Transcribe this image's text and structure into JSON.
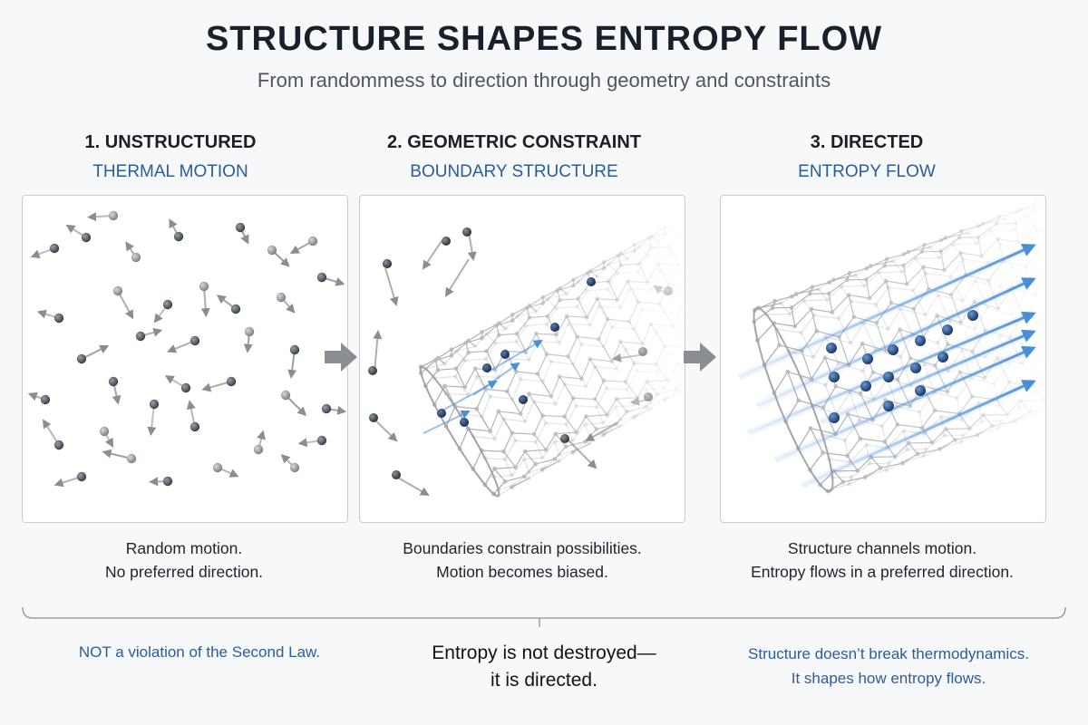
{
  "header": {
    "title": "STRUCTURE SHAPES ENTROPY FLOW",
    "subtitle": "From randommess to direction through geometry and constraints"
  },
  "stages": [
    {
      "heading": "1. UNSTRUCTURED",
      "subheading": "THERMAL MOTION",
      "caption_lines": [
        "Random motion.",
        "No preferred direction."
      ]
    },
    {
      "heading": "2. GEOMETRIC CONSTRAINT",
      "subheading": "BOUNDARY STRUCTURE",
      "caption_lines": [
        "Boundaries constrain possibilities.",
        "Motion becomes biased."
      ]
    },
    {
      "heading": "3. DIRECTED",
      "subheading": "ENTROPY FLOW",
      "caption_lines": [
        "Structure channels motion.",
        "Entropy flows in a preferred direction."
      ]
    }
  ],
  "footer": {
    "left_note": "NOT a violation of the Second Law.",
    "center_lines": [
      "Entropy is not destroyed—",
      "it is directed."
    ],
    "right_lines": [
      "Structure doesn’t break thermodynamics.",
      "It shapes how entropy flows."
    ]
  },
  "colors": {
    "accent_blue": "#2b5c9c",
    "flow_blue": "#4a8fd6",
    "particle_dark": "#3d4048",
    "particle_light": "#8b8f96",
    "lattice": "#9a9ea6",
    "arrow_gray": "#8a8d92",
    "panel_border": "#c9ccd2"
  }
}
